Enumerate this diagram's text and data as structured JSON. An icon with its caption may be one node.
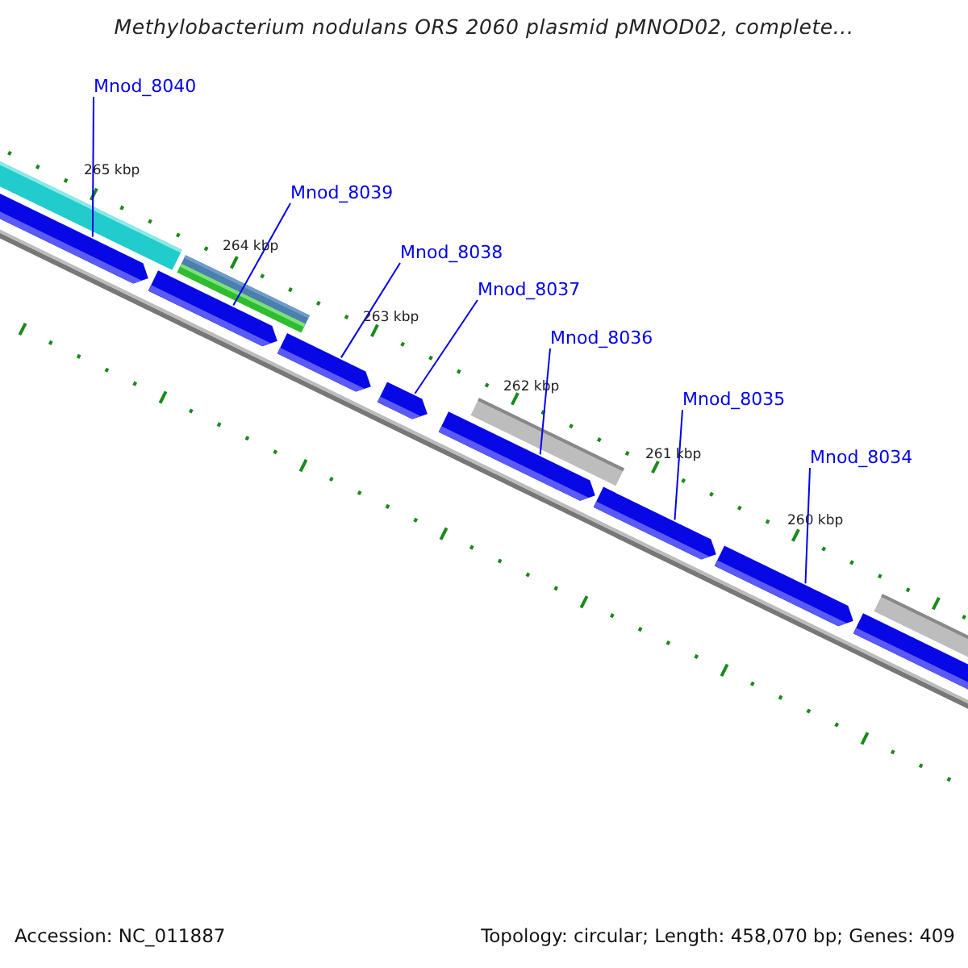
{
  "diagram": {
    "title": "Methylobacterium nodulans ORS 2060 plasmid pMNOD02, complete...",
    "nodes": [
      {
        "text": [
          "Mnod_8040"
        ]
      },
      {
        "text": [
          "Mnod_8039"
        ]
      },
      {
        "text": [
          "Mnod_8038"
        ]
      },
      {
        "text": [
          "Mnod_8037"
        ]
      },
      {
        "text": [
          "Mnod_8036"
        ]
      },
      {
        "text": [
          "Mnod_8035"
        ]
      },
      {
        "text": [
          "Mnod_8034"
        ]
      },
      {
        "text": [],
        "shape": "arrow"
      },
      {
        "text": [],
        "shape": "arrow"
      },
      {
        "text": [],
        "shape": "arrow"
      },
      {
        "text": [],
        "shape": "arrow"
      },
      {
        "text": [],
        "shape": "arrow"
      },
      {
        "text": [],
        "shape": "arrow"
      },
      {
        "text": [],
        "shape": "arrow"
      },
      {
        "text": [],
        "shape": "arrow"
      }
    ],
    "edges": [
      {
        "from": 0,
        "to": 7,
        "arrow": "none"
      },
      {
        "from": 1,
        "to": 8,
        "arrow": "none"
      },
      {
        "from": 2,
        "to": 9,
        "arrow": "none"
      },
      {
        "from": 3,
        "to": 10,
        "arrow": "none"
      },
      {
        "from": 4,
        "to": 11,
        "arrow": "none"
      },
      {
        "from": 5,
        "to": 12,
        "arrow": "none"
      },
      {
        "from": 6,
        "to": 13,
        "arrow": "none"
      }
    ],
    "labels": [
      "265 kbp",
      "264 kbp",
      "263 kbp",
      "262 kbp",
      "261 kbp",
      "260 kbp",
      "Accession: NC_011887",
      "Topology: circular; Length: 458,070 bp; Genes: 409"
    ]
  }
}
